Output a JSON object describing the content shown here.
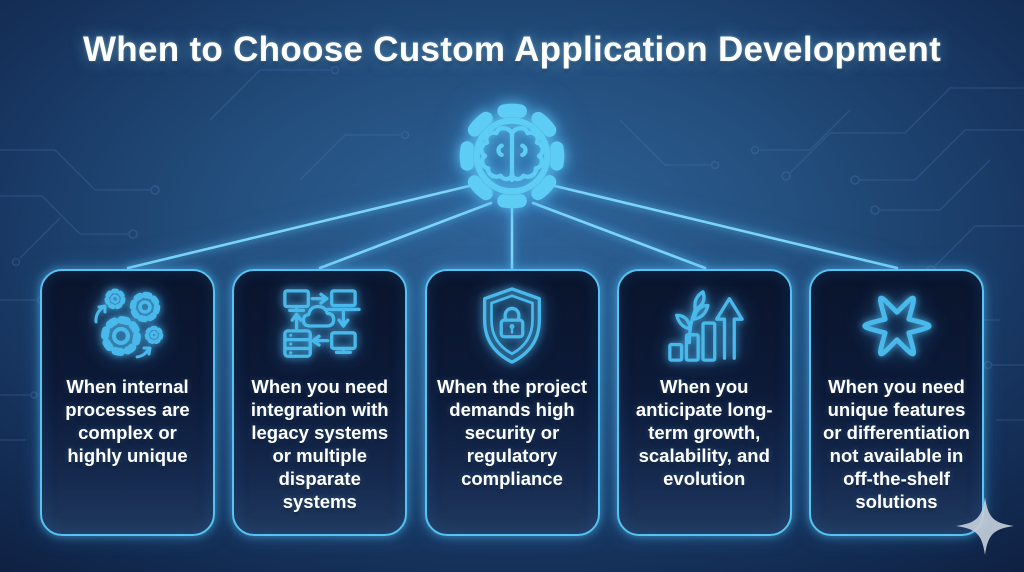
{
  "title": "When to Choose Custom Application Development",
  "accent_color": "#55c4f2",
  "background_color": "#16335d",
  "center_icon": "brain-gear-icon",
  "cards": [
    {
      "icon": "gears-icon",
      "text": "When internal processes are complex or highly unique"
    },
    {
      "icon": "systems-integration-icon",
      "text": "When you need integration with legacy systems or multiple disparate systems"
    },
    {
      "icon": "shield-lock-icon",
      "text": "When the project demands high security or regulatory compliance"
    },
    {
      "icon": "growth-chart-icon",
      "text": "When you anticipate long-term growth, scalability, and evolution"
    },
    {
      "icon": "unique-shape-icon",
      "text": "When you need unique features or differentiation not available in off-the-shelf solutions"
    }
  ],
  "decorations": {
    "bottom_right": "sparkle-icon",
    "background_pattern": "circuit-traces"
  }
}
